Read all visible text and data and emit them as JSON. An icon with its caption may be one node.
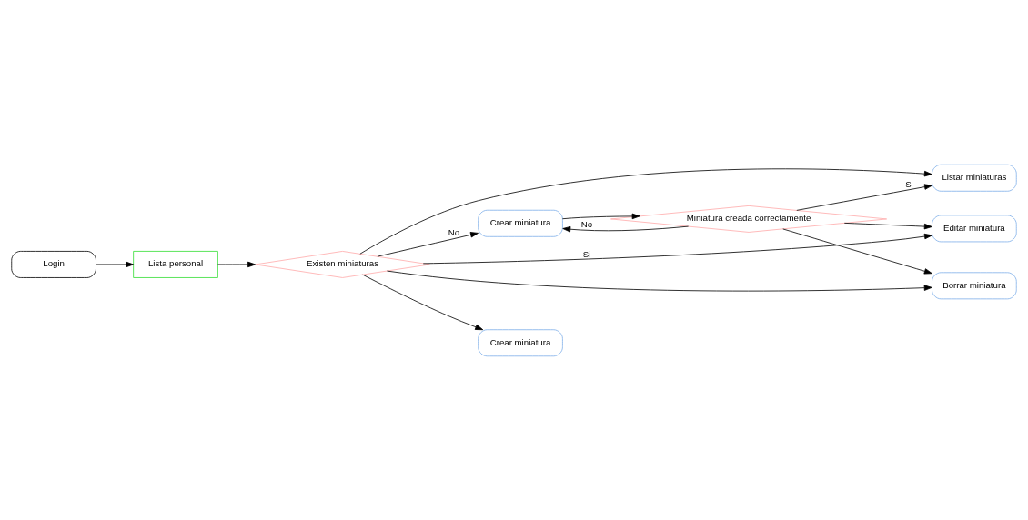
{
  "diagram": {
    "nodes": [
      {
        "text": [
          "Login"
        ]
      },
      {
        "text": [
          "Lista personal"
        ]
      },
      {
        "text": [
          "Existen miniaturas"
        ]
      },
      {
        "text": [
          "Crear miniatura"
        ]
      },
      {
        "text": [
          "Miniatura creada correctamente"
        ]
      },
      {
        "text": [
          "Listar miniaturas"
        ]
      },
      {
        "text": [
          "Editar miniatura"
        ]
      },
      {
        "text": [
          "Borrar miniatura"
        ]
      },
      {
        "text": [
          "Crear miniatura"
        ]
      }
    ],
    "edges": [
      {
        "from": 0,
        "to": 1,
        "arrow": "to"
      },
      {
        "from": 1,
        "to": 2,
        "arrow": "to"
      },
      {
        "from": 2,
        "to": 3,
        "arrow": "to",
        "label": "No"
      },
      {
        "from": 3,
        "to": 4,
        "arrow": "to"
      },
      {
        "from": 4,
        "to": 3,
        "arrow": "to",
        "label": "No"
      },
      {
        "from": 2,
        "to": 5,
        "arrow": "to"
      },
      {
        "from": 2,
        "to": 6,
        "arrow": "to",
        "label": "Si"
      },
      {
        "from": 2,
        "to": 7,
        "arrow": "to"
      },
      {
        "from": 2,
        "to": 8,
        "arrow": "to"
      },
      {
        "from": 4,
        "to": 5,
        "arrow": "to",
        "label": "Si"
      },
      {
        "from": 4,
        "to": 6,
        "arrow": "to"
      },
      {
        "from": 4,
        "to": 7,
        "arrow": "to"
      }
    ]
  }
}
